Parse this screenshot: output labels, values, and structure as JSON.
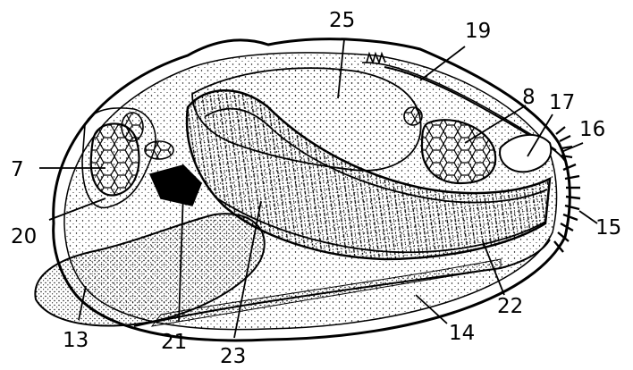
{
  "labels": {
    "l7": "7",
    "l8": "8",
    "l13": "13",
    "l14": "14",
    "l15": "15",
    "l16": "16",
    "l17": "17",
    "l19": "19",
    "l20": "20",
    "l21": "21",
    "l22": "22",
    "l23": "23",
    "l25": "25"
  },
  "colors": {
    "ink": "#000000",
    "paper": "#ffffff"
  }
}
